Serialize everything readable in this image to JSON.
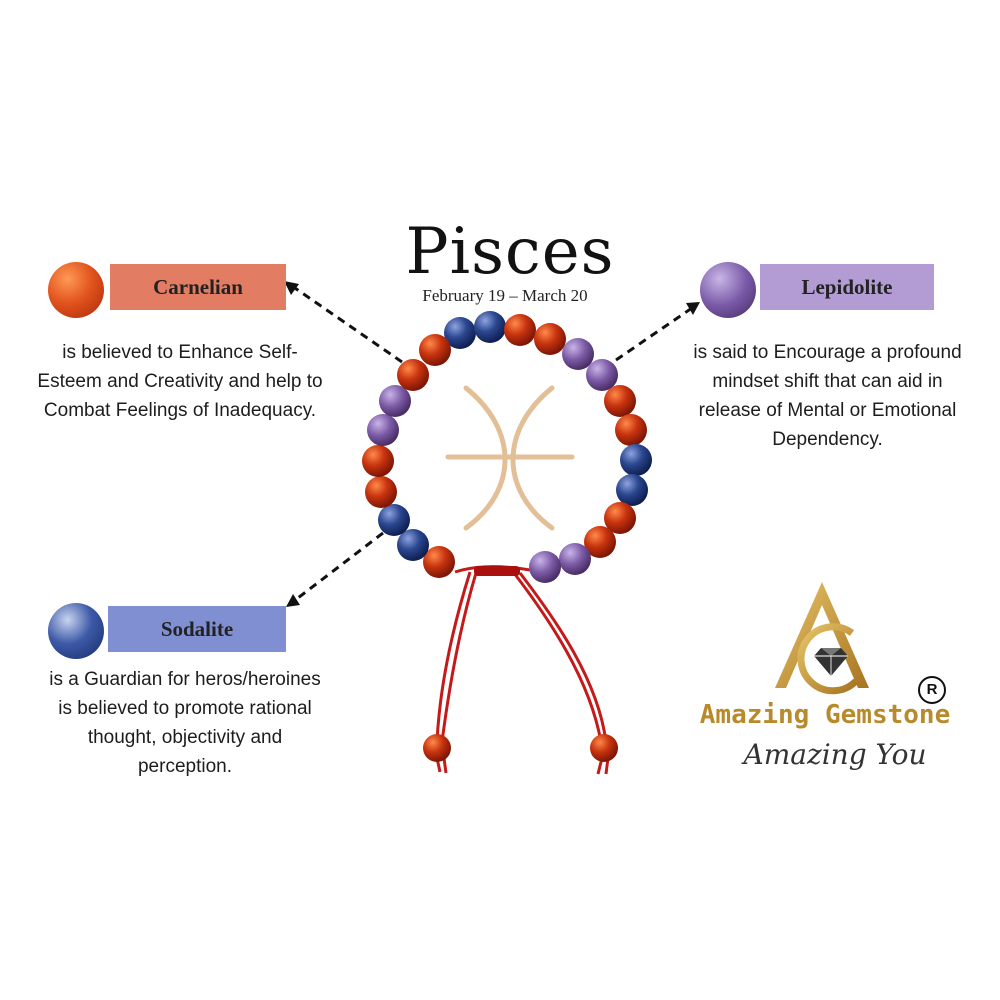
{
  "header": {
    "title": "Pisces",
    "date_range": "February 19 – March 20"
  },
  "stones": {
    "carnelian": {
      "name": "Carnelian",
      "color": "#e27d63",
      "description": "is believed to Enhance Self-Esteem and Creativity and help to Combat Feelings of Inadequacy."
    },
    "lepidolite": {
      "name": "Lepidolite",
      "color": "#b39cd3",
      "description": "is said to Encourage a profound mindset shift that can aid in release of Mental or Emotional Dependency."
    },
    "sodalite": {
      "name": "Sodalite",
      "color": "#7f8fd1",
      "description": "is a Guardian for heros/heroines is believed to promote rational thought, objectivity and perception."
    }
  },
  "brand": {
    "name": "Amazing Gemstone",
    "tagline": "Amazing You",
    "registered_mark": "R",
    "logo_icon": "diamond-triangle-icon",
    "gold_color": "#b88a2c"
  },
  "bracelet": {
    "icon": "pisces-symbol-icon",
    "cord_color": "#c41a1a"
  }
}
